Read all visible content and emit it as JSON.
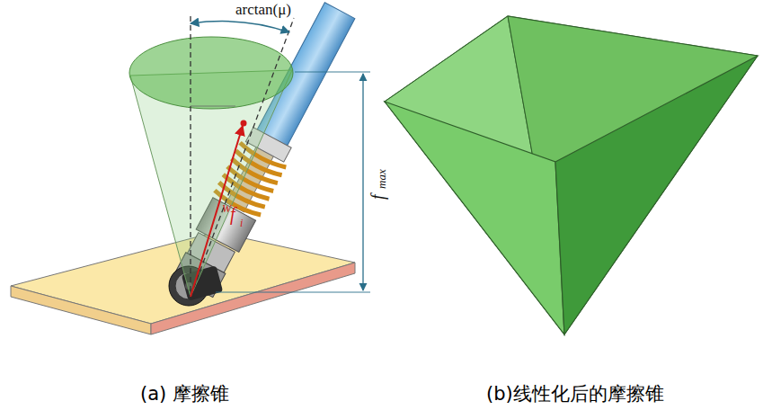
{
  "diagram": {
    "labels": [
      "arctan(μ)",
      "W",
      "f",
      "i",
      "f",
      "max",
      "(a) 摩擦锥",
      "(b)线性化后的摩擦锥"
    ]
  }
}
